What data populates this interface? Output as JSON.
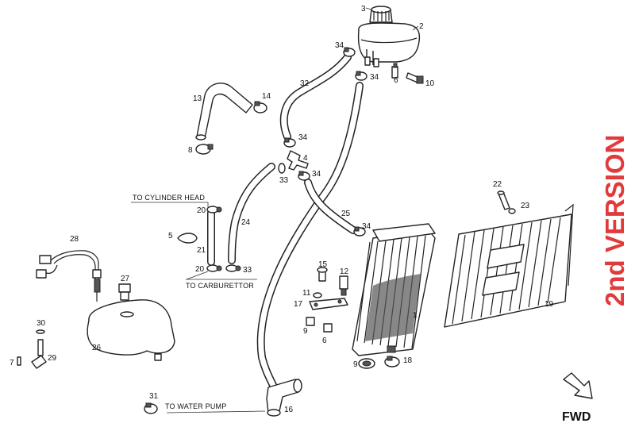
{
  "version_label": "2nd VERSION",
  "fwd_label": "FWD",
  "captions": {
    "to_cylinder_head": "TO CYLINDER HEAD",
    "to_carburettor": "TO CARBURETTOR",
    "to_water_pump": "TO WATER PUMP"
  },
  "callouts": {
    "c1": "1",
    "c2": "2",
    "c3": "3",
    "c4": "4",
    "c5": "5",
    "c6a": "6",
    "c6b": "6",
    "c7": "7",
    "c8": "8",
    "c9a": "9",
    "c9b": "9",
    "c10": "10",
    "c11": "11",
    "c12": "12",
    "c13": "13",
    "c14": "14",
    "c15": "15",
    "c16": "16",
    "c17": "17",
    "c18": "18",
    "c19": "19",
    "c20a": "20",
    "c20b": "20",
    "c21": "21",
    "c22": "22",
    "c23": "23",
    "c24": "24",
    "c25": "25",
    "c26": "26",
    "c27": "27",
    "c28": "28",
    "c29": "29",
    "c30": "30",
    "c31": "31",
    "c32": "32",
    "c33a": "33",
    "c33b": "33",
    "c34a": "34",
    "c34b": "34",
    "c34c": "34",
    "c34d": "34",
    "c34e": "34"
  },
  "colors": {
    "accent": "#e23a3a",
    "line": "#222222"
  }
}
